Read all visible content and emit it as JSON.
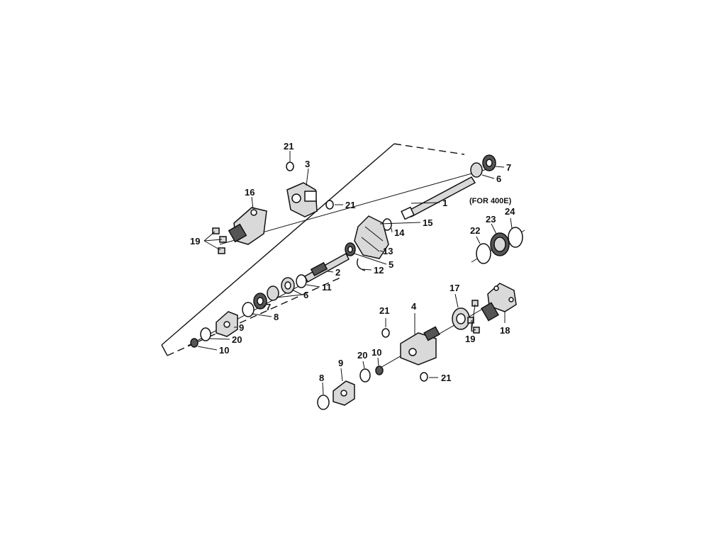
{
  "diagram": {
    "note": "(FOR 400E)",
    "callouts": {
      "c21a": "21",
      "c3": "3",
      "c16": "16",
      "c21b": "21",
      "c19a": "19",
      "c7a": "7",
      "c6a": "6",
      "c1": "1",
      "c15": "15",
      "c14": "14",
      "c13": "13",
      "c12": "12",
      "c5": "5",
      "c2": "2",
      "c11": "11",
      "c6b": "6",
      "c7b": "7",
      "c8a": "8",
      "c9a": "9",
      "c20a": "20",
      "c10a": "10",
      "c22": "22",
      "c23": "23",
      "c24": "24",
      "c17": "17",
      "c21c": "21",
      "c4": "4",
      "c19b": "19",
      "c18": "18",
      "c20b": "20",
      "c10b": "10",
      "c9b": "9",
      "c8b": "8",
      "c21d": "21"
    }
  }
}
